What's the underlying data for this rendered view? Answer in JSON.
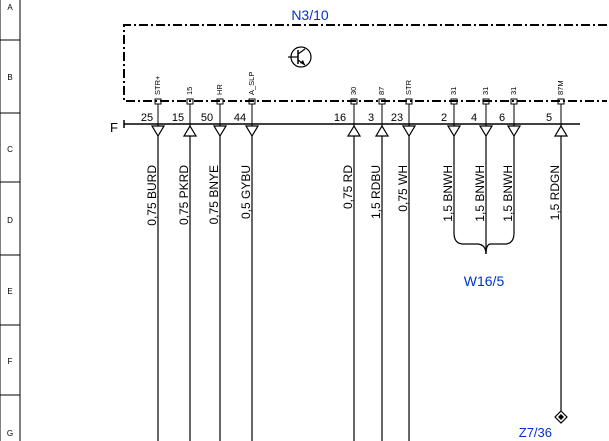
{
  "module": {
    "name": "N3/10",
    "ground_label": "F"
  },
  "rows": [
    "A",
    "B",
    "C",
    "D",
    "E",
    "F",
    "G"
  ],
  "pins": [
    {
      "signal": "STR+",
      "number": "25",
      "wire": "0,75 BURD",
      "dir": "out"
    },
    {
      "signal": "15",
      "number": "15",
      "wire": "0,75 PKRD",
      "dir": "in"
    },
    {
      "signal": "HR",
      "number": "50",
      "wire": "0,75 BNYE",
      "dir": "out"
    },
    {
      "signal": "A_SLP",
      "number": "44",
      "wire": "0,5 GYBU",
      "dir": "out"
    },
    {
      "signal": "30",
      "number": "16",
      "wire": "0,75 RD",
      "dir": "in"
    },
    {
      "signal": "87",
      "number": "3",
      "wire": "1,5 RDBU",
      "dir": "in"
    },
    {
      "signal": "STR",
      "number": "23",
      "wire": "0,75 WH",
      "dir": "out"
    },
    {
      "signal": "31",
      "number": "2",
      "wire": "1,5 BNWH",
      "dir": "out"
    },
    {
      "signal": "31",
      "number": "4",
      "wire": "1,5 BNWH",
      "dir": "out"
    },
    {
      "signal": "31",
      "number": "6",
      "wire": "1,5 BNWH",
      "dir": "out"
    },
    {
      "signal": "87M",
      "number": "5",
      "wire": "1,5 RDGN",
      "dir": "in"
    }
  ],
  "junction_label": "W16/5",
  "connector_label": "Z7/36",
  "colors": {
    "line": "#000000",
    "label_blue": "#0033cc"
  }
}
